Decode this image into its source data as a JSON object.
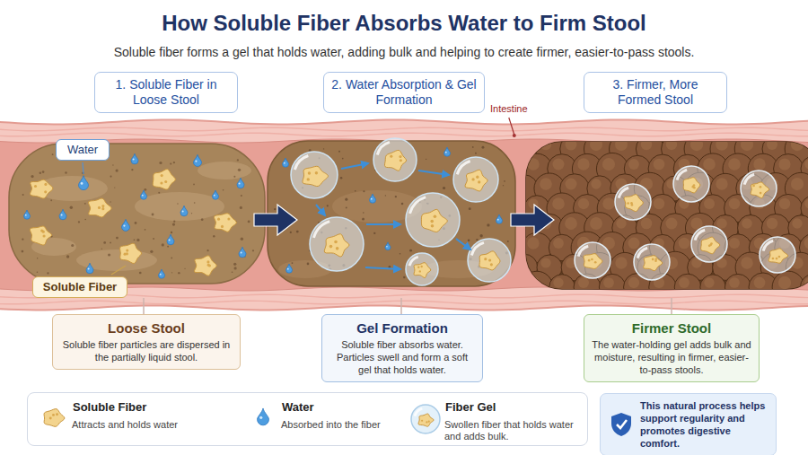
{
  "diagram": {
    "title": "How Soluble Fiber Absorbs Water to Firm Stool",
    "caption": "Soluble fiber forms a gel that holds water, adding bulk and helping to create firmer, easier-to-pass stools.",
    "nodes": [
      {
        "text": [
          "1. Soluble Fiber in Loose Stool"
        ]
      },
      {
        "text": [
          "2. Water Absorption & Gel Formation"
        ]
      },
      {
        "text": [
          "3. Firmer, More Formed Stool"
        ]
      },
      {
        "text": [
          "Water"
        ]
      },
      {
        "text": [
          "Soluble Fiber"
        ]
      },
      {
        "text": [
          "Loose Stool",
          "Soluble fiber particles are dispersed in the partially liquid stool."
        ]
      },
      {
        "text": [
          "Gel Formation",
          "Soluble fiber absorbs water. Particles swell and form a soft gel that holds water."
        ]
      },
      {
        "text": [
          "Firmer Stool",
          "The water-holding gel adds bulk and moisture, resulting in firmer, easier-to-pass stools."
        ]
      },
      {
        "text": [
          "This natural process helps support regularity and promotes digestive comfort."
        ]
      }
    ],
    "labels": [
      "Intestine",
      "Attracts and holds water",
      "Absorbed into the fiber",
      "Swollen fiber that holds water and adds bulk."
    ],
    "legend": [
      {
        "text": "Soluble Fiber"
      },
      {
        "text": "Water"
      },
      {
        "text": "Fiber Gel"
      }
    ]
  }
}
